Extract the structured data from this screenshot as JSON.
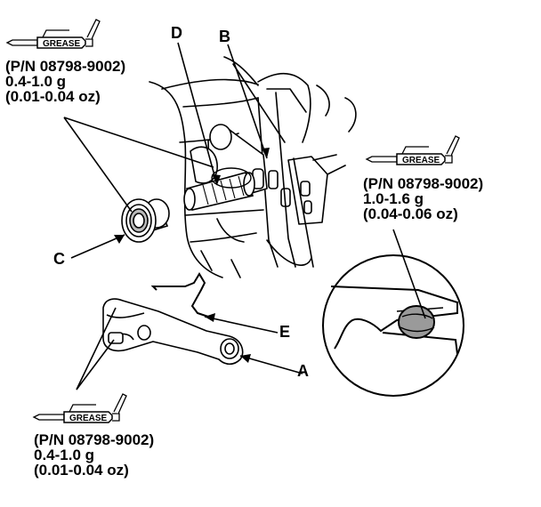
{
  "grease_notes": [
    {
      "tag": "GREASE",
      "part_number": "(P/N 08798-9002)",
      "amount": "0.4-1.0 g",
      "amount_oz": "(0.01-0.04 oz)"
    },
    {
      "tag": "GREASE",
      "part_number": "(P/N 08798-9002)",
      "amount": "1.0-1.6 g",
      "amount_oz": "(0.04-0.06 oz)"
    },
    {
      "tag": "GREASE",
      "part_number": "(P/N 08798-9002)",
      "amount": "0.4-1.0 g",
      "amount_oz": "(0.01-0.04 oz)"
    }
  ],
  "callouts": {
    "a": "A",
    "b": "B",
    "c": "C",
    "d": "D",
    "e": "E"
  },
  "icons": {
    "grease_gun": "grease-gun-icon"
  }
}
